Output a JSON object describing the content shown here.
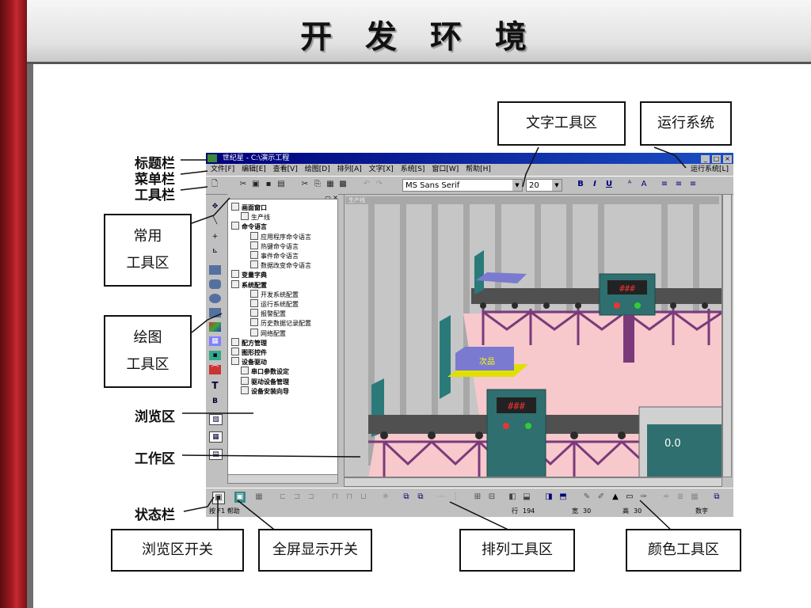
{
  "slide": {
    "title": "开 发 环 境"
  },
  "callouts": {
    "title_bar": "标题栏",
    "menu_bar": "菜单栏",
    "toolbar": "工具栏",
    "common_tools_1": "常用",
    "common_tools_2": "工具区",
    "draw_tools_1": "绘图",
    "draw_tools_2": "工具区",
    "browse_area": "浏览区",
    "work_area": "工作区",
    "status_bar": "状态栏",
    "text_tools": "文字工具区",
    "run_system": "运行系统",
    "browse_toggle": "浏览区开关",
    "fullscreen_toggle": "全屏显示开关",
    "arrange_tools": "排列工具区",
    "color_tools": "颜色工具区"
  },
  "app": {
    "window_title": "世纪星 - C:\\演示工程",
    "menus": [
      "文件[F]",
      "编辑[E]",
      "查看[V]",
      "绘图[D]",
      "排列[A]",
      "文字[X]",
      "系统[S]",
      "窗口[W]",
      "帮助[H]"
    ],
    "run_system_menu": "运行系统[L]",
    "font_name": "MS Sans Serif",
    "font_size": "20",
    "canvas_title": "生产线",
    "machine_display": "###",
    "product_label": "次品",
    "gauge_value": "0.0",
    "tree": [
      {
        "label": "画面窗口",
        "level": 0,
        "bold": true
      },
      {
        "label": "生产线",
        "level": 1,
        "bold": false
      },
      {
        "label": "命令语言",
        "level": 0,
        "bold": true
      },
      {
        "label": "应用程序命令语言",
        "level": 2,
        "bold": false
      },
      {
        "label": "热键命令语言",
        "level": 2,
        "bold": false
      },
      {
        "label": "事件命令语言",
        "level": 2,
        "bold": false
      },
      {
        "label": "数据改变命令语言",
        "level": 2,
        "bold": false
      },
      {
        "label": "变量字典",
        "level": 0,
        "bold": true
      },
      {
        "label": "系统配置",
        "level": 0,
        "bold": true
      },
      {
        "label": "开发系统配置",
        "level": 2,
        "bold": false
      },
      {
        "label": "运行系统配置",
        "level": 2,
        "bold": false
      },
      {
        "label": "报警配置",
        "level": 2,
        "bold": false
      },
      {
        "label": "历史数据记录配置",
        "level": 2,
        "bold": false
      },
      {
        "label": "网络配置",
        "level": 2,
        "bold": false
      },
      {
        "label": "配方管理",
        "level": 0,
        "bold": true
      },
      {
        "label": "图形控件",
        "level": 0,
        "bold": true
      },
      {
        "label": "设备驱动",
        "level": 0,
        "bold": true
      },
      {
        "label": "串口参数设定",
        "level": 1,
        "bold": true
      },
      {
        "label": "驱动设备管理",
        "level": 1,
        "bold": true
      },
      {
        "label": "设备安装向导",
        "level": 1,
        "bold": true
      }
    ],
    "status": {
      "help": "按 F1 帮助",
      "row_label": "行",
      "row_value": "194",
      "width_label": "宽",
      "width_value": "30",
      "height_label": "高",
      "height_value": "30",
      "mode": "数字"
    }
  },
  "colors": {
    "accent_red": "#a41a22",
    "titlebar_blue": "#00007a",
    "work_pink": "#f7c8cc",
    "machine_teal": "#2f6f6f"
  }
}
